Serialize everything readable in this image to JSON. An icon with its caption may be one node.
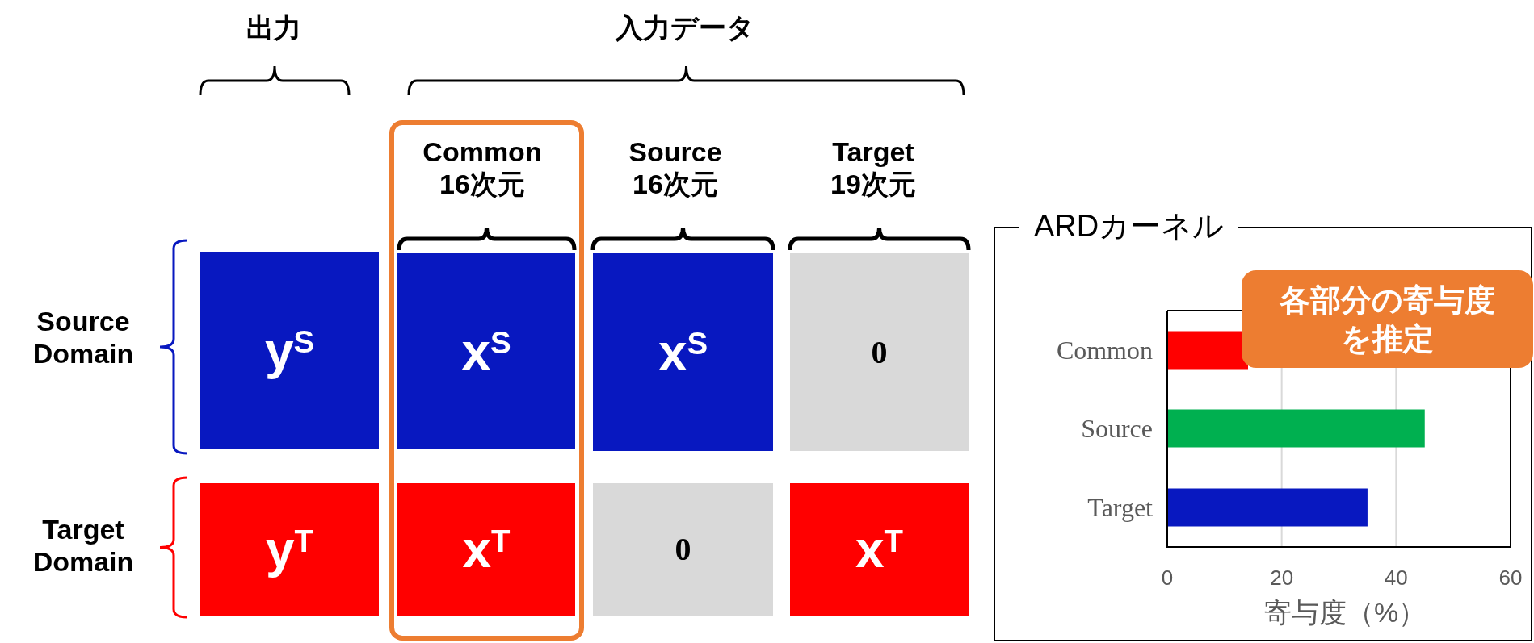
{
  "diagram": {
    "nodes": [
      {
        "text": [
          "y$^{S}$"
        ]
      },
      {
        "text": [
          "x$^{S}$"
        ]
      },
      {
        "text": [
          "x$^{S}$"
        ]
      },
      {
        "text": [
          "0"
        ]
      },
      {
        "text": [
          "y$^{T}$"
        ]
      },
      {
        "text": [
          "x$^{T}$"
        ]
      },
      {
        "text": [
          "0"
        ]
      },
      {
        "text": [
          "x$^{T}$"
        ]
      },
      {
        "text": [
          "ARDカーネル"
        ]
      },
      {
        "text": [
          "各部分の寄与度を推定"
        ],
        "in": 8
      }
    ],
    "edges": [],
    "labels": [
      "出力",
      "入力データ",
      "Common 16次元",
      "Source 16次元",
      "Target 19次元",
      "Source Domain",
      "Target Domain"
    ],
    "chart_data": {
      "type": "bar",
      "orientation": "horizontal",
      "xlabel": "寄与度（%）",
      "categories": [
        "Common",
        "Source",
        "Target"
      ],
      "series": [
        {
          "color": "#ff0000",
          "values": [
            null,
            null,
            null
          ]
        },
        {
          "color": "#00b050",
          "values": [
            null,
            45,
            null
          ]
        },
        {
          "color": "#0818c0",
          "values": [
            null,
            null,
            35
          ]
        }
      ],
      "xlim": [
        0,
        60
      ],
      "xticks": [
        0,
        20,
        40,
        60
      ]
    }
  }
}
